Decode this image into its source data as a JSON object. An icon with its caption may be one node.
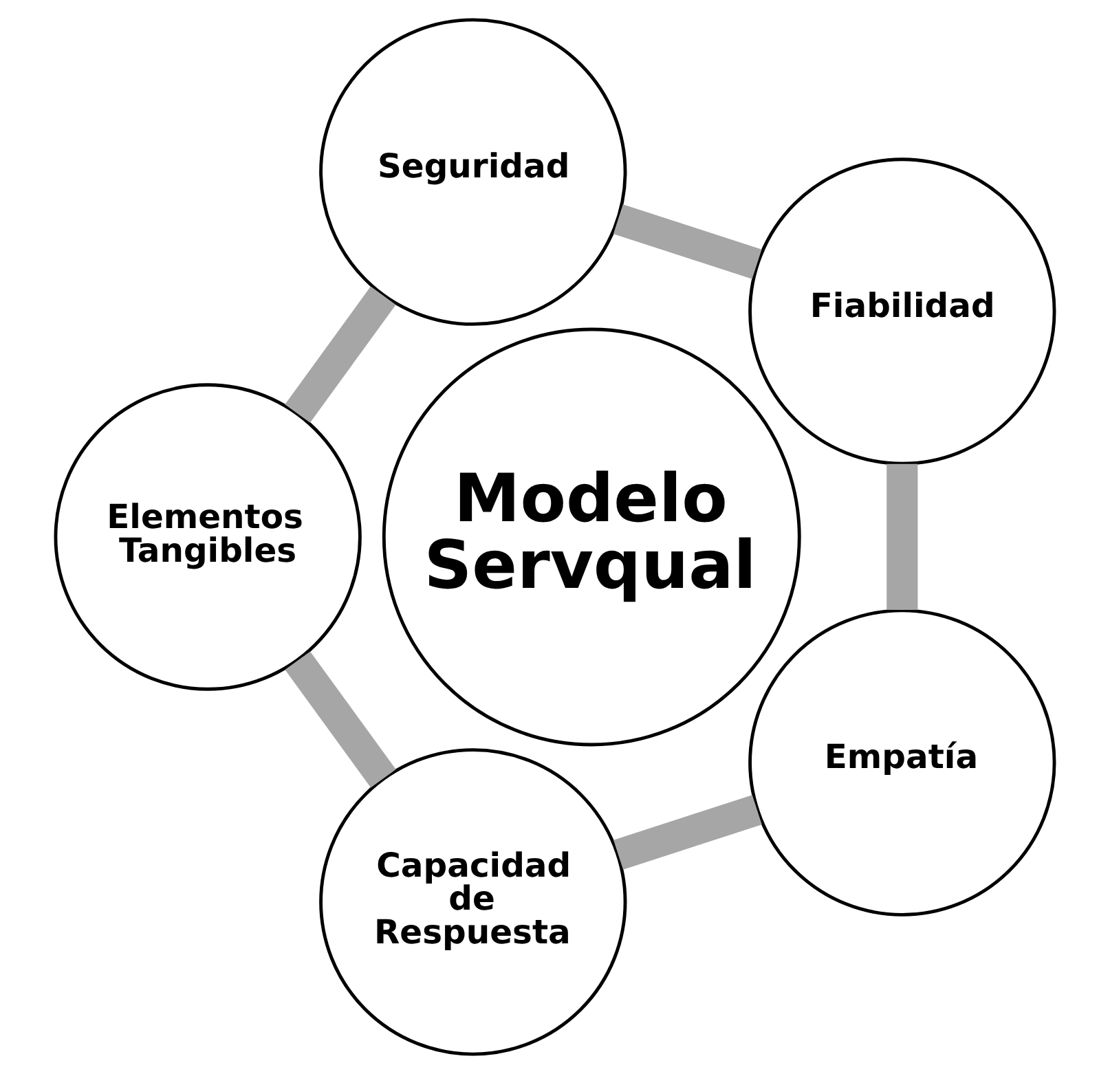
{
  "diagram": {
    "nodes": [
      {
        "text": [
          "Fiabilidad"
        ]
      },
      {
        "text": [
          "Empatía"
        ]
      },
      {
        "text": [
          "Seguridad"
        ]
      },
      {
        "text": [
          "Modelo Servqual"
        ]
      },
      {
        "text": [
          "Capacidad de Respuesta"
        ]
      },
      {
        "text": [
          "Elementos Tangibles"
        ]
      }
    ],
    "edges": [
      {
        "from": 0,
        "to": 2,
        "arrow": "none"
      },
      {
        "from": 2,
        "to": 5,
        "arrow": "none"
      },
      {
        "from": 5,
        "to": 4,
        "arrow": "none"
      },
      {
        "from": 4,
        "to": 1,
        "arrow": "none"
      },
      {
        "from": 1,
        "to": 0,
        "arrow": "none"
      }
    ]
  }
}
